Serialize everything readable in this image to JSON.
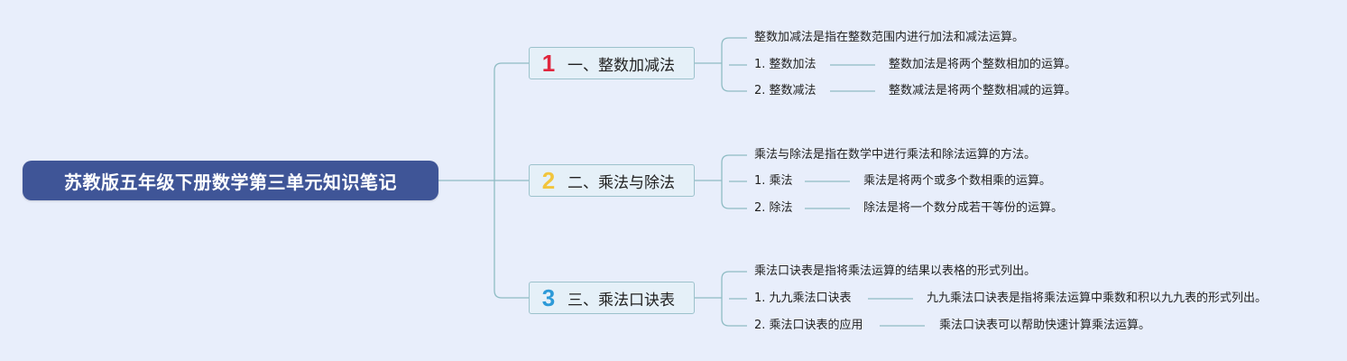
{
  "root": {
    "title": "苏教版五年级下册数学第三单元知识笔记"
  },
  "branches": [
    {
      "number": "1",
      "number_color": "#e0263d",
      "title": "一、整数加减法",
      "definition": "整数加减法是指在整数范围内进行加法和减法运算。",
      "items": [
        {
          "label": "1. 整数加法",
          "desc": "整数加法是将两个整数相加的运算。"
        },
        {
          "label": "2. 整数减法",
          "desc": "整数减法是将两个整数相减的运算。"
        }
      ]
    },
    {
      "number": "2",
      "number_color": "#f2c53d",
      "title": "二、乘法与除法",
      "definition": "乘法与除法是指在数学中进行乘法和除法运算的方法。",
      "items": [
        {
          "label": "1. 乘法",
          "desc": "乘法是将两个或多个数相乘的运算。"
        },
        {
          "label": "2. 除法",
          "desc": "除法是将一个数分成若干等份的运算。"
        }
      ]
    },
    {
      "number": "3",
      "number_color": "#2d9ad8",
      "title": "三、乘法口诀表",
      "definition": "乘法口诀表是指将乘法运算的结果以表格的形式列出。",
      "items": [
        {
          "label": "1. 九九乘法口诀表",
          "desc": "九九乘法口诀表是指将乘法运算中乘数和积以九九表的形式列出。"
        },
        {
          "label": "2. 乘法口诀表的应用",
          "desc": "乘法口诀表可以帮助快速计算乘法运算。"
        }
      ]
    }
  ],
  "colors": {
    "background": "#e8eefb",
    "root_fill": "#3f5597",
    "branch_fill": "#e5f0f8",
    "connector": "#8fbcc4"
  }
}
